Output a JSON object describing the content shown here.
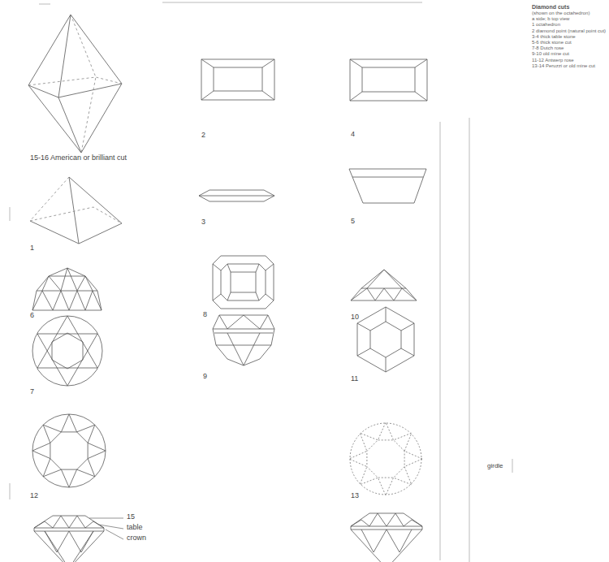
{
  "diagram": {
    "title": "Diamond cuts",
    "labels": [
      "(shown on the octahedron)",
      "a side; b top view",
      "1 octahedron",
      "2 diamond point (natural point cut)",
      "3-4 thick table stone",
      "5-6 thick stone cut",
      "7-8 Dutch rose",
      "9-10 old mine cut",
      "11-12 Antwerp rose",
      "13-14 Peruzzi or old mine cut",
      "15-16 American or brilliant cut",
      "1",
      "2",
      "3",
      "4",
      "5",
      "6",
      "7",
      "8",
      "9",
      "10",
      "11",
      "12",
      "13",
      "15",
      "table",
      "crown",
      "girdle"
    ]
  }
}
